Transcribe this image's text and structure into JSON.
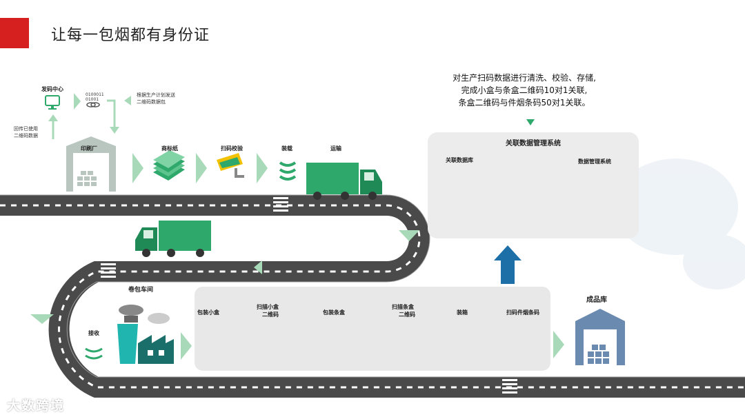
{
  "title": "让每一包烟都有身份证",
  "top": {
    "center_label": "发码中心",
    "binary_1": "0100011",
    "binary_2": "01001",
    "plan_note_1": "根据生产计划发送",
    "plan_note_2": "二维码数据包",
    "feedback_1": "回传已使用",
    "feedback_2": "二维码数据",
    "steps": [
      "印刷厂",
      "商标纸",
      "扫码校验",
      "装载",
      "运输"
    ]
  },
  "system": {
    "note_lines": [
      "对生产扫码数据进行清洗、校验、存储,",
      "完成小盒与条盒二维码10对1关联,",
      "条盒二维码与件烟条码50对1关联。"
    ],
    "name": "关联数据管理系统",
    "db_label": "关联数据库",
    "mgmt_label": "数据管理系统"
  },
  "production": {
    "workshop": "卷包车间",
    "receive": "接收",
    "pack_small": "包装小盒",
    "scan_small_1": "扫描小盒",
    "scan_small_2": "二维码",
    "pack_carton": "包装条盒",
    "scan_carton_1": "扫描条盒",
    "scan_carton_2": "二维码",
    "boxing": "装箱",
    "scan_case": "扫码件烟条码",
    "warehouse": "成品库"
  },
  "watermark": "大数跨境",
  "colors": {
    "green": "#2fa86b",
    "light_green": "#a8d9b8",
    "teal": "#21b5b0",
    "road": "#4a4a4a",
    "blue_arrow": "#1d6fa8",
    "red": "#d6201f"
  }
}
